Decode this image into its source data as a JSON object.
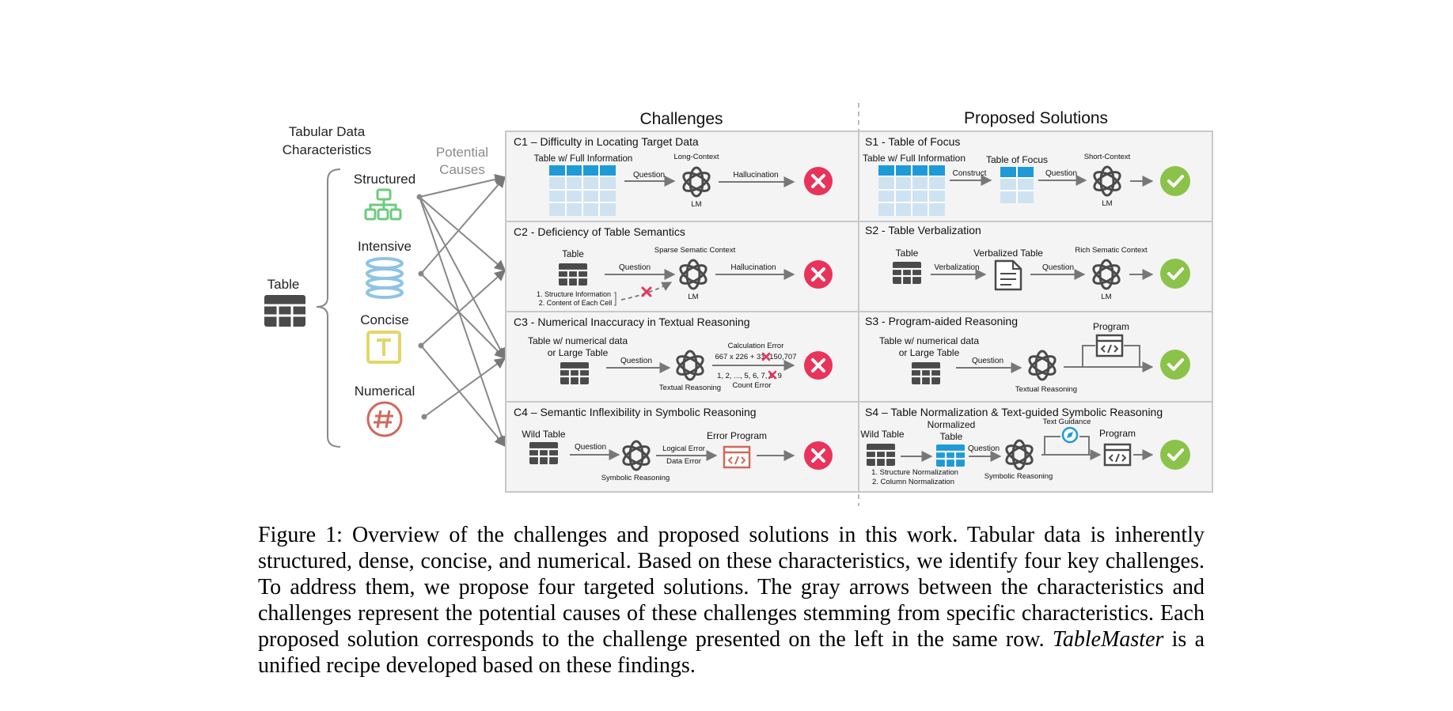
{
  "figure": {
    "left": {
      "title_line1": "Tabular Data",
      "title_line2": "Characteristics",
      "table_label": "Table",
      "potential_line1": "Potential",
      "potential_line2": "Causes",
      "characteristics": [
        "Structured",
        "Intensive",
        "Concise",
        "Numerical"
      ]
    },
    "headers": {
      "challenges": "Challenges",
      "solutions": "Proposed Solutions"
    },
    "challenges": [
      {
        "title": "C1 – Difficulty in Locating Target Data",
        "table_label": "Table w/ Full Information",
        "question": "Question",
        "lm_top": "Long-Context",
        "lm": "LM",
        "arrow": "Hallucination"
      },
      {
        "title": "C2 - Deficiency of Table Semantics",
        "table_label": "Table",
        "question": "Question",
        "lm_top": "Sparse Sematic Context",
        "lm": "LM",
        "arrow": "Hallucination",
        "note1": "1. Structure Information",
        "note2": "2. Content of Each Cell"
      },
      {
        "title": "C3 - Numerical Inaccuracy in Textual Reasoning",
        "table_label1": "Table w/ numerical data",
        "table_label2": "or Large Table",
        "question": "Question",
        "lm_bottom": "Textual Reasoning",
        "calc_label": "Calculation Error",
        "calc_expr": "667 x 226 + 31=150,707",
        "count_expr": "1, 2, ..., 5, 6, 7, 8, 9",
        "count_label": "Count Error"
      },
      {
        "title": "C4 – Semantic Inflexibility in Symbolic Reasoning",
        "table_label": "Wild Table",
        "question": "Question",
        "lm_bottom": "Symbolic Reasoning",
        "arrow1": "Logical Error",
        "arrow2": "Data Error",
        "program_label": "Error Program"
      }
    ],
    "solutions": [
      {
        "title": "S1 - Table of Focus",
        "table_label": "Table w/ Full Information",
        "construct": "Construct",
        "focus_label": "Table of Focus",
        "question": "Question",
        "lm_top": "Short-Context",
        "lm": "LM"
      },
      {
        "title": "S2 - Table Verbalization",
        "table_label": "Table",
        "verbalization": "Verbalization",
        "verbalized_label": "Verbalized Table",
        "question": "Question",
        "lm_top": "Rich Sematic Context",
        "lm": "LM"
      },
      {
        "title": "S3 - Program-aided Reasoning",
        "table_label1": "Table w/ numerical data",
        "table_label2": "or Large Table",
        "question": "Question",
        "lm_bottom": "Textual Reasoning",
        "program_label": "Program"
      },
      {
        "title": "S4 – Table Normalization & Text-guided Symbolic Reasoning",
        "table_label": "Wild Table",
        "normalized1": "Normalized",
        "normalized2": "Table",
        "question": "Question",
        "lm_bottom": "Symbolic Reasoning",
        "guidance": "Text Guidance",
        "program_label": "Program",
        "note1": "1. Structure Normalization",
        "note2": "2. Column Normalization"
      }
    ],
    "colors": {
      "accent_blue": "#1E9BD7",
      "error_red": "#E8335A",
      "success_green": "#8BC34A",
      "structured_green": "#6CCB7E",
      "intensive_blue": "#8EC3E6",
      "concise_yellow": "#E3D669",
      "numerical_red": "#D0685B"
    }
  },
  "caption": {
    "prefix": "Figure 1: Overview of the challenges and proposed solutions in this work. Tabular data is inherently structured, dense, concise, and numerical. Based on these characteristics, we identify four key challenges. To address them, we propose four targeted solutions. The gray arrows between the characteristics and challenges represent the potential causes of these challenges stemming from specific characteristics. Each proposed solution corresponds to the challenge presented on the left in the same row. ",
    "italic": "TableMaster",
    "suffix": " is a unified recipe developed based on these findings."
  }
}
